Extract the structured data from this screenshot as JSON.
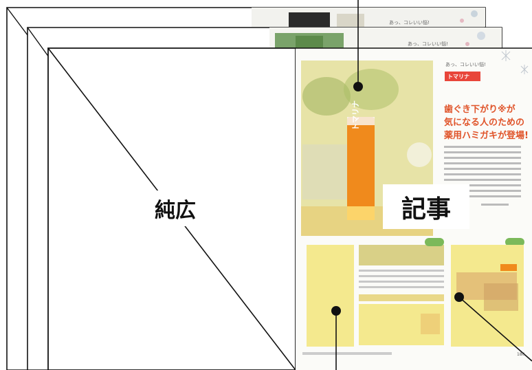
{
  "labels": {
    "pure_ad": "純広",
    "article": "記事"
  },
  "magazine_page": {
    "running_head": "あっ、コレいい悩!",
    "behind_head_1": "あっ、コレいい悩!",
    "behind_head_2": "あっ、コレいい悩!",
    "tag": "トマリナ",
    "headline": [
      "歯ぐき下がり※が",
      "気になる人のための",
      "薬用ハミガキが登場!"
    ],
    "product_name": "トマリナ",
    "folio": "180"
  },
  "colors": {
    "highlight": "#f7e66a",
    "page_outline": "#111111",
    "headline": "#e0542a",
    "tag": "#e8453a"
  }
}
